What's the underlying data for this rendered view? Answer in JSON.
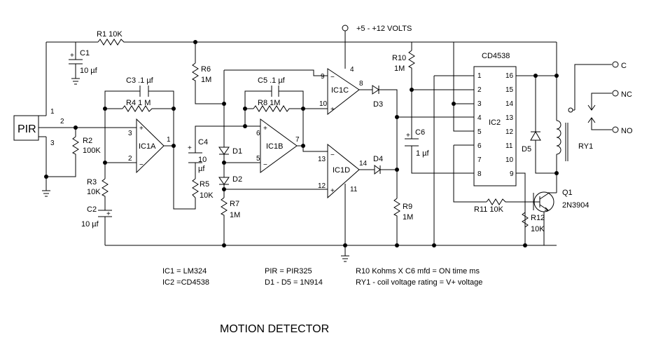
{
  "title": "MOTION DETECTOR",
  "supply_label": "+5 - +12 VOLTS",
  "components": {
    "pir": "PIR",
    "r1": "R1 10K",
    "c1": "C1",
    "c1_val": "10 µf",
    "r2": "R2",
    "r2_val": "100K",
    "r3": "R3",
    "r3_val": "10K",
    "c2": "C2",
    "c2_val": "10 µf",
    "c3": "C3 .1 µf",
    "r4": "R4 1 M",
    "r6": "R6",
    "r6_val": "1M",
    "c4": "C4",
    "c4_val1": "10",
    "c4_val2": "µf",
    "r5": "R5",
    "r5_val": "10K",
    "ic1a": "IC1A",
    "c5": "C5 .1 µf",
    "r8": "R8 1M",
    "ic1b": "IC1B",
    "d1": "D1",
    "d2": "D2",
    "r7": "R7",
    "r7_val": "1M",
    "ic1c": "IC1C",
    "ic1d": "IC1D",
    "d3": "D3",
    "d4": "D4",
    "r9": "R9",
    "r9_val": "1M",
    "r10": "R10",
    "r10_val": "1M",
    "c6": "C6",
    "c6_val": "1 µf",
    "cd4538": "CD4538",
    "ic2": "IC2",
    "d5": "D5",
    "ry1": "RY1",
    "r11": "R11  10K",
    "r12": "R12",
    "r12_val": "10K",
    "q1": "Q1",
    "q1_val": "2N3904",
    "c": "C",
    "nc": "NC",
    "no": "NO"
  },
  "pins": {
    "pir": [
      "1",
      "2",
      "3"
    ],
    "ic1a": [
      "3",
      "2",
      "1"
    ],
    "ic1b": [
      "6",
      "5",
      "7"
    ],
    "ic1c": [
      "9",
      "10",
      "4",
      "8"
    ],
    "ic1d": [
      "13",
      "12",
      "14",
      "11"
    ],
    "ic2_left": [
      "1",
      "2",
      "3",
      "4",
      "5",
      "6",
      "7",
      "8"
    ],
    "ic2_right": [
      "16",
      "15",
      "14",
      "13",
      "12",
      "11",
      "10",
      "9"
    ]
  },
  "notes": {
    "line1_a": "IC1 = LM324",
    "line1_b": "PIR = PIR325",
    "line1_c": "R10 Kohms   X   C6 mfd  =  ON time ms",
    "line2_a": "IC2 =CD4538",
    "line2_b": "D1 - D5 = 1N914",
    "line2_c": "RY1 - coil voltage rating = V+ voltage"
  }
}
